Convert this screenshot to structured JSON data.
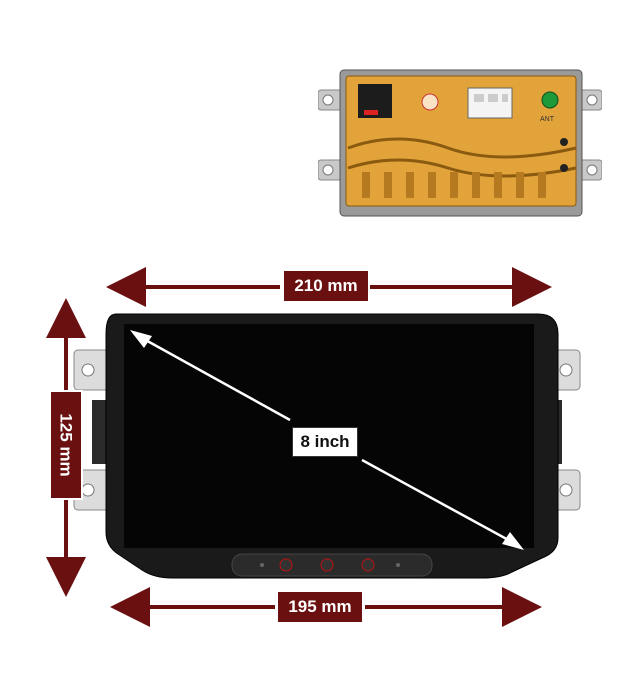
{
  "dimensions": {
    "top_width": "210 mm",
    "bottom_width": "195 mm",
    "height": "125 mm",
    "diagonal": "8 inch"
  },
  "unit_back": {
    "antenna_label": "ANT"
  },
  "colors": {
    "label_bg": "#6b1010",
    "arrow": "#6b1010",
    "housing": "#e2a43a",
    "screen": "#050505"
  }
}
